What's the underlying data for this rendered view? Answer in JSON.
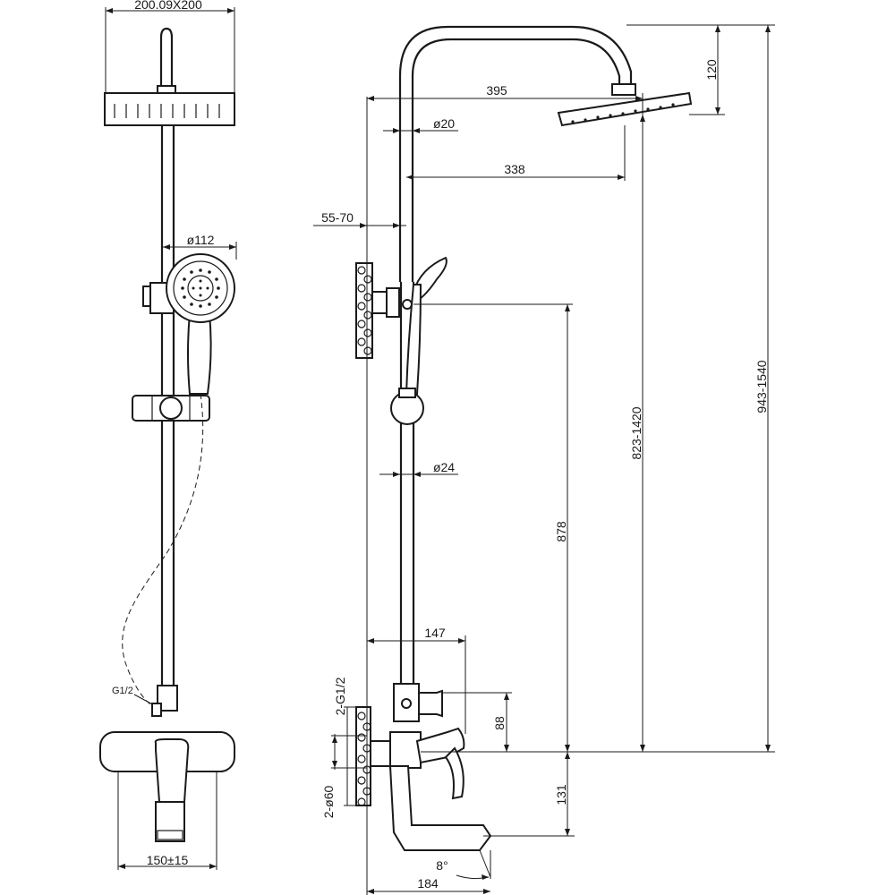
{
  "dims": {
    "head_size": "200.09X200",
    "hand_shower_dia": "ø112",
    "tap_spacing": "150±15",
    "arm_length": "395",
    "pipe_dia_top": "ø20",
    "head_offset": "338",
    "wall_gap": "55-70",
    "pipe_dia_low": "ø24",
    "head_drop": "120",
    "height_total": "943-1540",
    "height_rail": "823-1420",
    "height_holder": "878",
    "mixer_depth": "147",
    "mixer_to_diverter": "88",
    "spout_drop": "131",
    "connection_thread": "2-G1/2",
    "flange_dia": "2-ø60",
    "spout_angle": "8°",
    "spout_reach": "184",
    "hose_thread": "G1/2"
  }
}
